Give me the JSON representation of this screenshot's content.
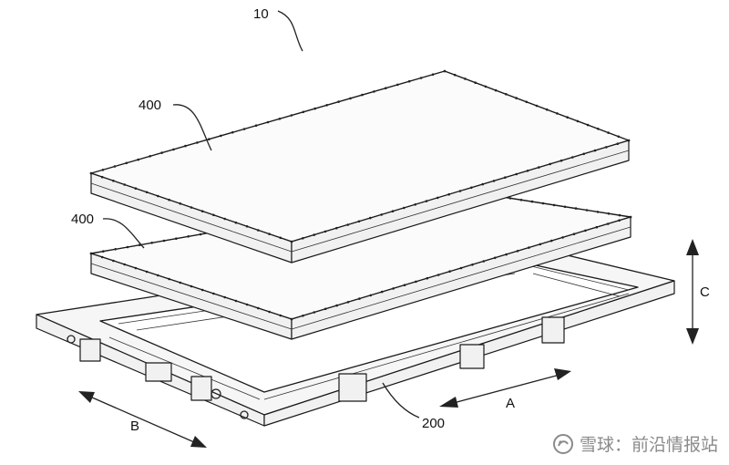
{
  "labels": {
    "assembly": "10",
    "pack_top": "400",
    "pack_lower": "400",
    "tray": "200",
    "dir_a": "A",
    "dir_b": "B",
    "dir_c": "C"
  },
  "watermark": {
    "text": "雪球：前沿情报站",
    "icon": "snowball-logo-icon"
  },
  "colors": {
    "ink": "#1a1a1a",
    "paper": "#ffffff",
    "watermark": "#8a8a8a"
  }
}
